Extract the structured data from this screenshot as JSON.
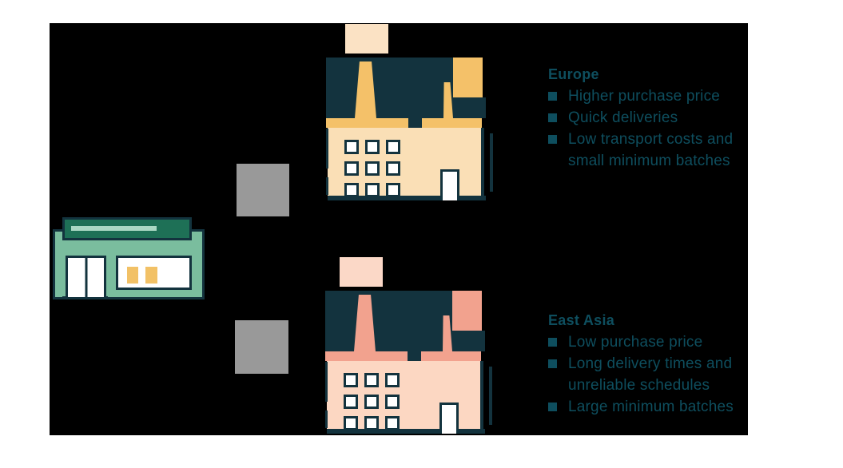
{
  "europe": {
    "label": "Europe",
    "items": [
      "Higher purchase price",
      "Quick deliveries",
      "Low transport costs and\nsmall minimum batches"
    ]
  },
  "east_asia": {
    "label": "East Asia",
    "items": [
      "Low purchase price",
      "Long delivery times and\nunreliable schedules",
      "Large minimum batches"
    ]
  },
  "icons": {
    "store": "storefront-icon",
    "factory_europe": "factory-icon",
    "factory_east_asia": "factory-icon",
    "transport_placeholder": "image-placeholder-square",
    "bullet": "square-bullet-icon"
  },
  "colors": {
    "page_background": "#ffffff",
    "panel_background": "#000000",
    "text_teal": "#0e4e5e",
    "outline_dark_navy": "#13333e",
    "europe_accent_amber": "#f4c169",
    "europe_wall_cream": "#fadfb6",
    "europe_smoke_cream": "#fbe2c4",
    "east_asia_accent_salmon": "#f2a28e",
    "east_asia_wall_pink": "#fcd7c2",
    "east_asia_smoke_pink": "#fbd8c7",
    "store_facade_green": "#7abd9e",
    "store_awning_green": "#1e7056",
    "store_sign_strip": "#aad8c4",
    "store_window_amber": "#f2c166",
    "placeholder_gray": "#999999"
  }
}
